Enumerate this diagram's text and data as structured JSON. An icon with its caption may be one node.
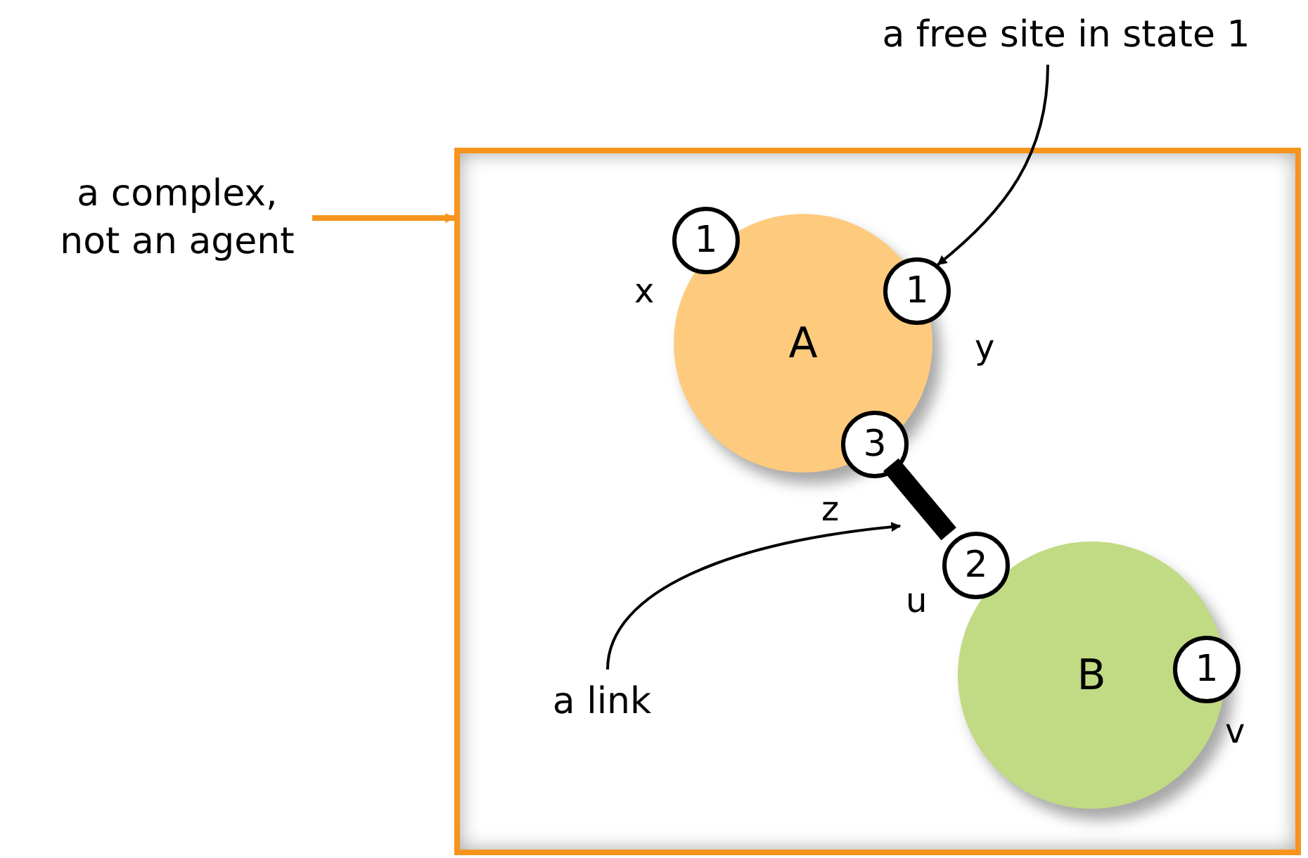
{
  "diagram": {
    "nodes": [
      {
        "text": [
          "a complex, not an agent"
        ]
      },
      {
        "text": [],
        "shape": "box"
      },
      {
        "text": [
          "A"
        ],
        "in": 1
      },
      {
        "text": [
          "1"
        ],
        "in": 1,
        "beside": [
          "x"
        ]
      },
      {
        "text": [
          "1"
        ],
        "in": 1,
        "beside": [
          "y"
        ]
      },
      {
        "text": [
          "3"
        ],
        "in": 1,
        "beside": [
          "z"
        ]
      },
      {
        "text": [
          "B"
        ],
        "in": 1
      },
      {
        "text": [
          "2"
        ],
        "in": 1,
        "beside": [
          "u"
        ]
      },
      {
        "text": [
          "1"
        ],
        "in": 1,
        "beside": [
          "v"
        ]
      },
      {
        "text": [
          "a free site in state 1"
        ]
      },
      {
        "text": [
          "a link"
        ],
        "in": 1
      }
    ],
    "edges": [
      {
        "from": 0,
        "to": 1,
        "arrow": "to",
        "color": "#f7941d",
        "style": "thick"
      },
      {
        "from": 9,
        "to": 4,
        "arrow": "to"
      },
      {
        "from": 5,
        "to": 7,
        "arrow": "none",
        "style": "thick"
      },
      {
        "from": 10,
        "to": null,
        "arrow": "to"
      }
    ]
  }
}
